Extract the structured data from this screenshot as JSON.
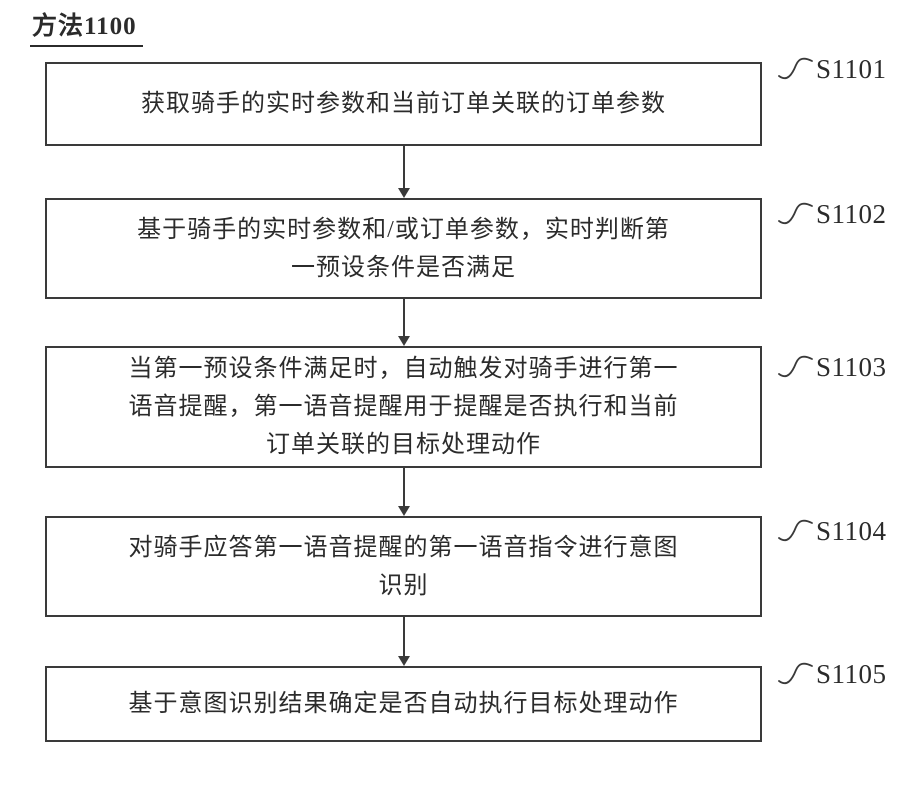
{
  "title": "方法1100",
  "steps": [
    {
      "id": "S1101",
      "text": "获取骑手的实时参数和当前订单关联的订单参数"
    },
    {
      "id": "S1102",
      "text": "基于骑手的实时参数和/或订单参数，实时判断第\n一预设条件是否满足"
    },
    {
      "id": "S1103",
      "text": "当第一预设条件满足时，自动触发对骑手进行第一\n语音提醒，第一语音提醒用于提醒是否执行和当前\n订单关联的目标处理动作"
    },
    {
      "id": "S1104",
      "text": "对骑手应答第一语音提醒的第一语音指令进行意图\n识别"
    },
    {
      "id": "S1105",
      "text": "基于意图识别结果确定是否自动执行目标处理动作"
    }
  ]
}
